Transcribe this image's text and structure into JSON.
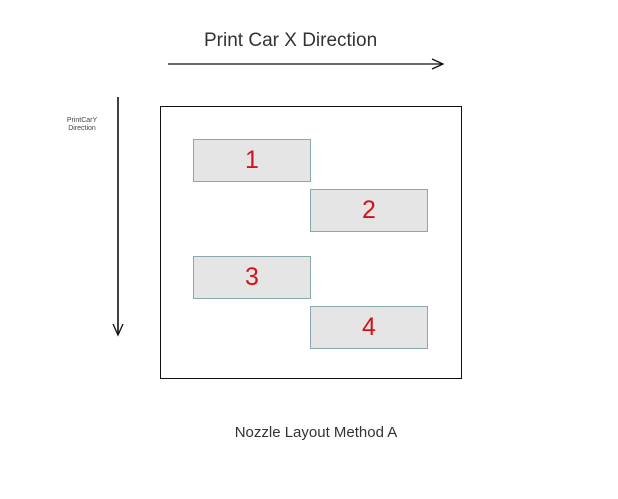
{
  "x_direction_label": "Print Car X Direction",
  "y_direction_label": "PrintCarY Direction",
  "nozzles": [
    "1",
    "2",
    "3",
    "4"
  ],
  "caption": "Nozzle Layout Method A",
  "colors": {
    "nozzle_fill": "#e5e5e5",
    "nozzle_border": "#8aa9ad",
    "number": "#d0141a"
  }
}
